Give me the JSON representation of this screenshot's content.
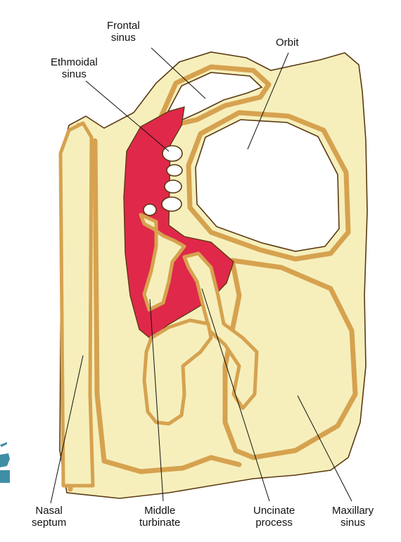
{
  "labels": {
    "frontal_sinus": [
      "Frontal",
      "sinus"
    ],
    "orbit": [
      "Orbit"
    ],
    "ethmoidal_sinus": [
      "Ethmoidal",
      "sinus"
    ],
    "nasal_septum": [
      "Nasal",
      "septum"
    ],
    "middle_turbinate": [
      "Middle",
      "turbinate"
    ],
    "uncinate_process": [
      "Uncinate",
      "process"
    ],
    "maxillary_sinus": [
      "Maxillary",
      "sinus"
    ]
  },
  "colors": {
    "bone": "#f6efbc",
    "mucosa": "#d6a24f",
    "highlight": "#e0284a",
    "outline": "#5a3a12",
    "air": "#ffffff",
    "edge_logo": "#3f8ea5"
  }
}
